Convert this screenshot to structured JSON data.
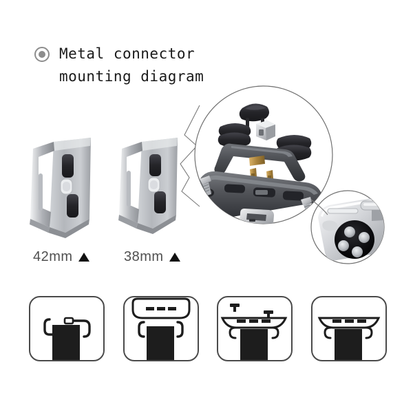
{
  "page": {
    "background": "#ffffff",
    "accent_dark": "#1a1a1a",
    "accent_grey": "#8d8d8d"
  },
  "header": {
    "icon": "target-bullet-icon",
    "title_line1": "Metal connector",
    "title_line2": "mounting diagram",
    "title": "Metal connector\nmounting diagram"
  },
  "products": [
    {
      "name": "metal-connector-42mm",
      "label": "42mm",
      "marker": "▲",
      "body_color": "#b9bcc0",
      "pad_color": "#2b2b2f",
      "button_color": "#e9eaec"
    },
    {
      "name": "metal-connector-38mm",
      "label": "38mm",
      "marker": "▲",
      "body_color": "#b9bcc0",
      "pad_color": "#2b2b2f",
      "button_color": "#e9eaec"
    }
  ],
  "callout": {
    "name": "exploded-parts-callout",
    "shape": "circle",
    "outline_color": "#6f6f6f",
    "parts": [
      {
        "name": "rubber-cap-top",
        "color": "#2e2e32"
      },
      {
        "name": "rubber-pad-left",
        "color": "#2e2e32"
      },
      {
        "name": "rubber-pad-right",
        "color": "#2e2e32"
      },
      {
        "name": "metal-bar",
        "color": "#4e5055"
      },
      {
        "name": "silver-clip-cube",
        "color": "#c9cbce"
      },
      {
        "name": "brass-contact-left",
        "color": "#b28a3c"
      },
      {
        "name": "brass-contact-right",
        "color": "#b28a3c"
      },
      {
        "name": "connector-base-body",
        "color": "#55575c"
      },
      {
        "name": "retainer-clip",
        "color": "#6a6c71"
      },
      {
        "name": "screw-left",
        "color": "#9a9ca0"
      },
      {
        "name": "screw-bottom",
        "color": "#9a9ca0"
      }
    ]
  },
  "watch_callout": {
    "name": "watch-back-callout",
    "shape": "circle",
    "outline_color": "#6f6f6f",
    "case_color": "#d9dadd",
    "sensor_color": "#0c0c0e",
    "sensor_dots": 4
  },
  "steps": [
    {
      "name": "step-insert-hook",
      "index": "1",
      "caption": "",
      "strap_color": "#1d1d1d",
      "line_color": "#1d1d1d"
    },
    {
      "name": "step-align-watch-body",
      "index": "2",
      "caption": "",
      "strap_color": "#1d1d1d",
      "line_color": "#1d1d1d"
    },
    {
      "name": "step-insert-screws",
      "index": "3",
      "caption": "",
      "strap_color": "#1d1d1d",
      "line_color": "#1d1d1d"
    },
    {
      "name": "step-assembly-complete",
      "index": "4",
      "caption": "",
      "strap_color": "#1d1d1d",
      "line_color": "#1d1d1d"
    }
  ]
}
